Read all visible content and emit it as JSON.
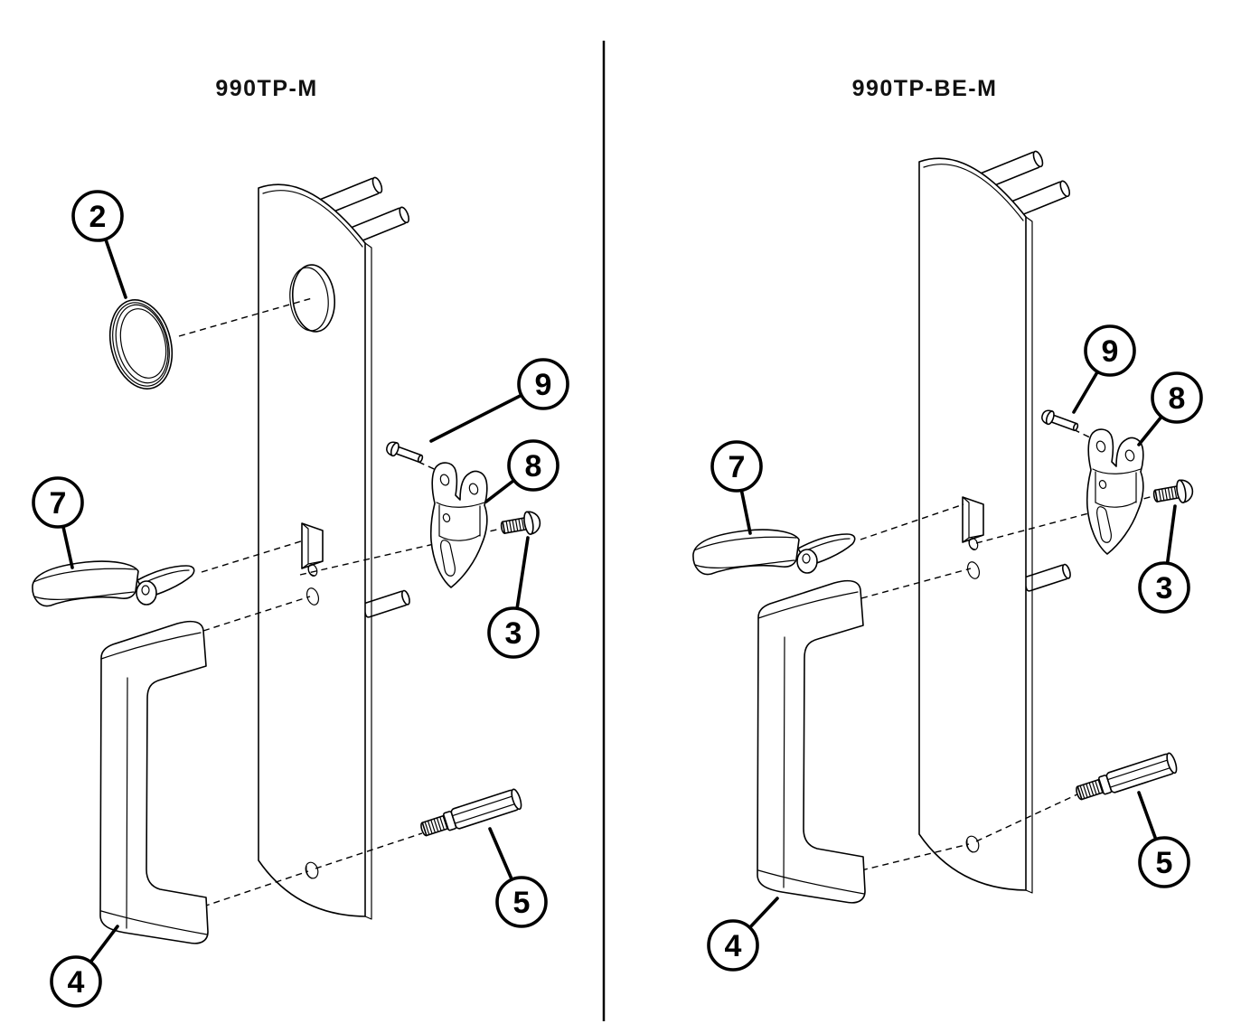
{
  "diagram": {
    "left": {
      "title": "990TP-M",
      "callouts": [
        "2",
        "7",
        "4",
        "9",
        "8",
        "3",
        "5"
      ]
    },
    "right": {
      "title": "990TP-BE-M",
      "callouts": [
        "9",
        "8",
        "7",
        "3",
        "4",
        "5"
      ]
    }
  },
  "colors": {
    "background": "#ffffff",
    "line": "#000000",
    "fill": "#ffffff"
  }
}
